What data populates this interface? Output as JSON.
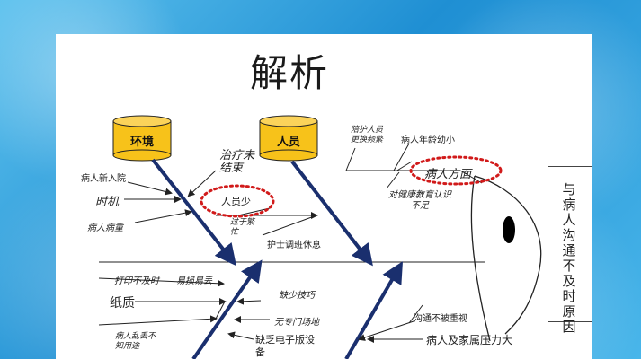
{
  "title": "解析",
  "categories": {
    "environment": "环境",
    "personnel": "人员"
  },
  "labels": {
    "escort_change": "陪护人员\n更换频繁",
    "patient_age": "病人年龄幼小",
    "patient_side": "病人方面",
    "health_education": "对健康教育认识\n不足",
    "treatment_unfinished": "治疗未\n结束",
    "new_admission": "病人新入院",
    "timing": "时机",
    "patient_severe": "病人病重",
    "staff_shortage": "人员少",
    "overbusy": "过于繁\n忙",
    "nurse_rest": "护士调班休息",
    "print_late": "打印不及时",
    "easy_damage": "易损易丢",
    "paper": "纸质",
    "patient_confused": "病人乱丢不\n知用途",
    "lack_skill": "缺少技巧",
    "no_venue": "无专门场地",
    "no_electronic": "缺乏电子版设\n备",
    "comm_ignored": "沟通不被重视",
    "family_pressure": "病人及家属压力大"
  },
  "result": "与病人沟通不及时原因",
  "colors": {
    "drum": "#f7c21a",
    "arrow": "#1a2f6e",
    "ellipse": "#d11a1a"
  }
}
